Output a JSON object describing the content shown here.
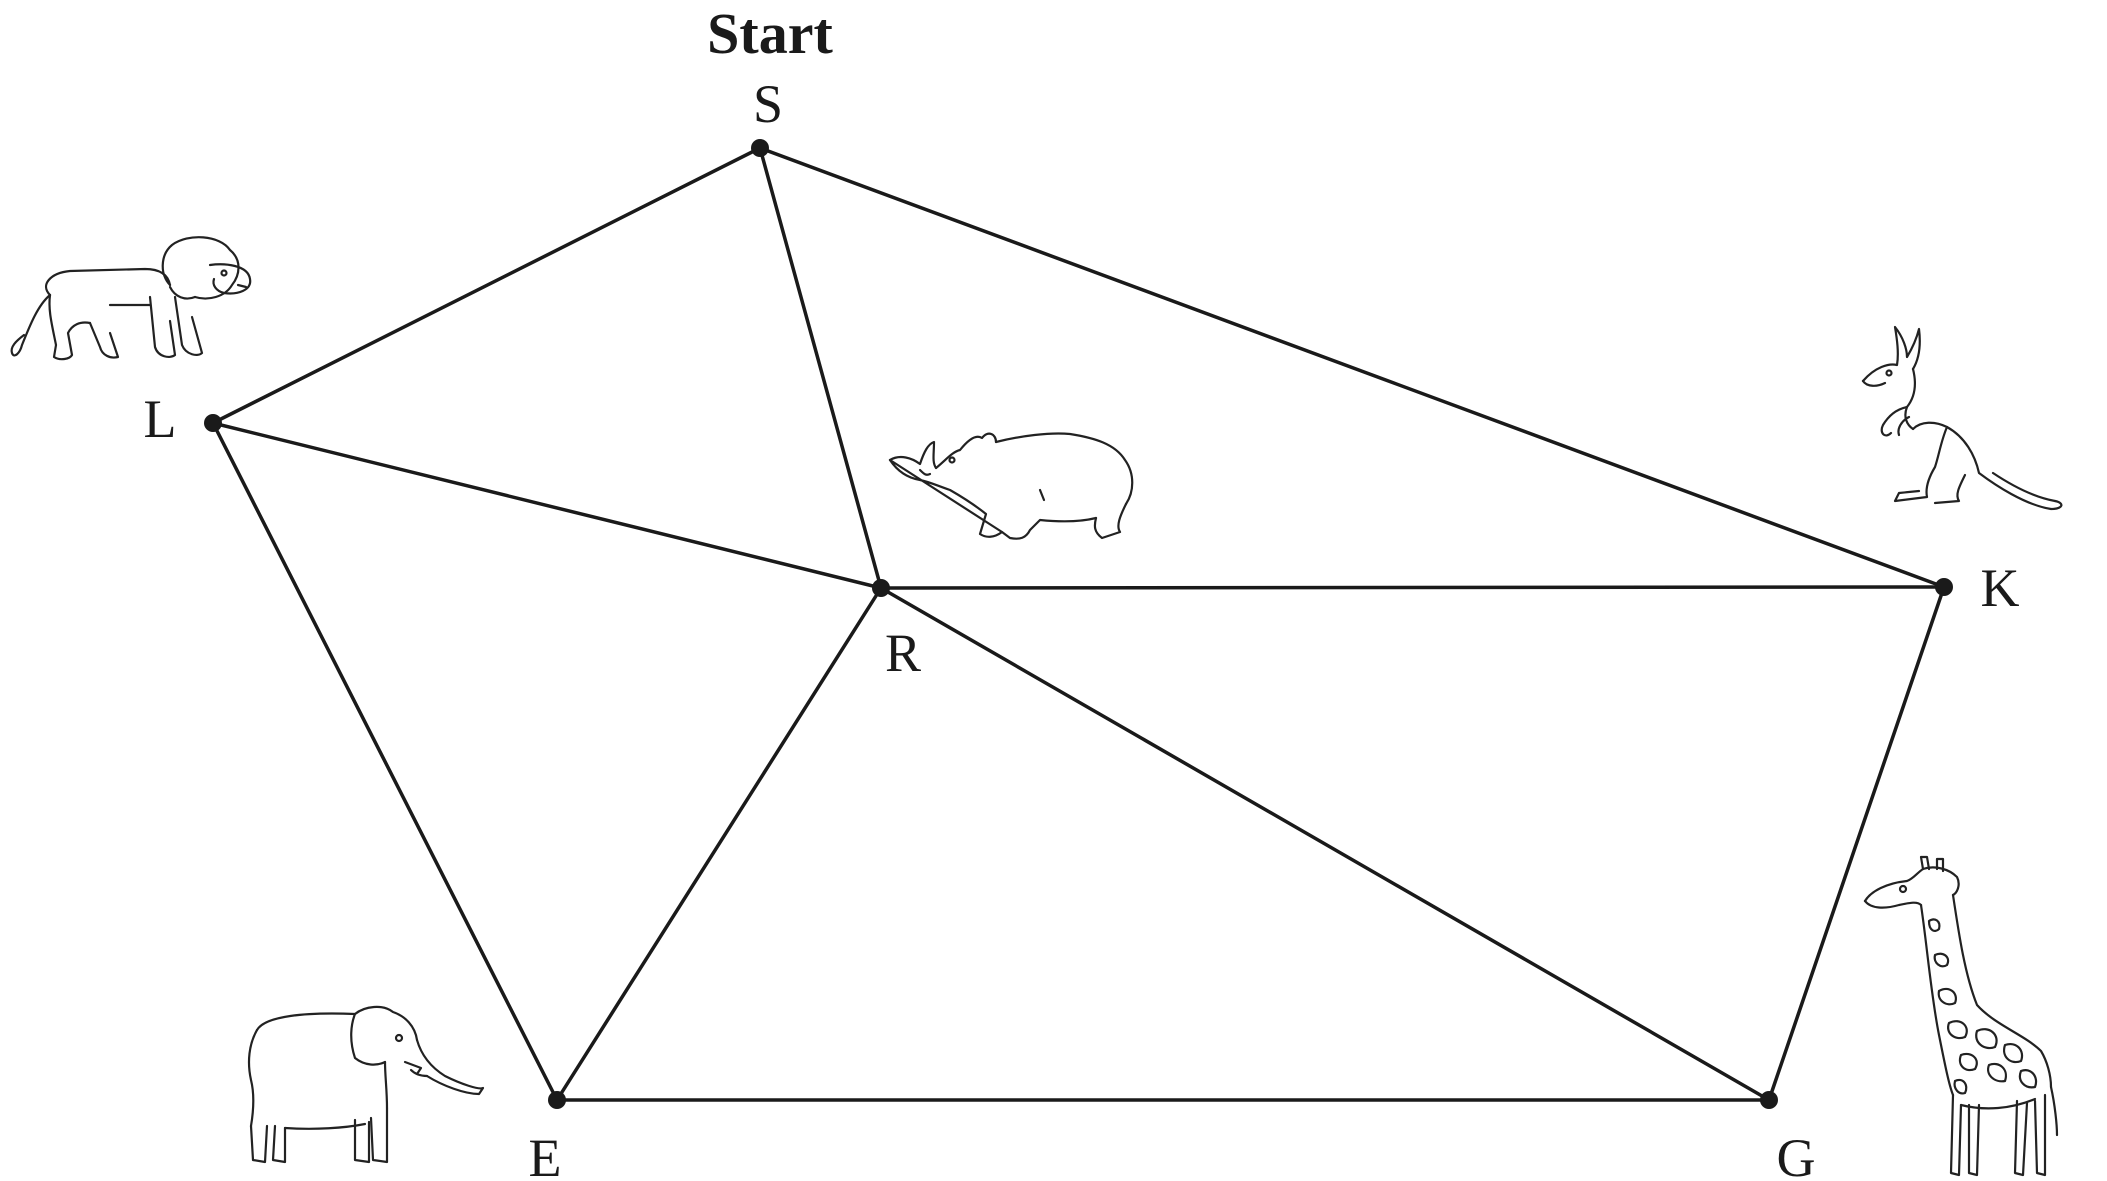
{
  "title": "Start",
  "nodes": [
    {
      "id": "S",
      "label": "S"
    },
    {
      "id": "L",
      "label": "L"
    },
    {
      "id": "R",
      "label": "R"
    },
    {
      "id": "K",
      "label": "K"
    },
    {
      "id": "E",
      "label": "E"
    },
    {
      "id": "G",
      "label": "G"
    }
  ],
  "edges": [
    [
      "S",
      "L"
    ],
    [
      "S",
      "R"
    ],
    [
      "S",
      "K"
    ],
    [
      "L",
      "R"
    ],
    [
      "L",
      "E"
    ],
    [
      "R",
      "K"
    ],
    [
      "R",
      "E"
    ],
    [
      "R",
      "G"
    ],
    [
      "K",
      "G"
    ],
    [
      "E",
      "G"
    ]
  ],
  "animals": {
    "lion": "lion-icon",
    "rhino": "rhino-icon",
    "kangaroo": "kangaroo-icon",
    "elephant": "elephant-icon",
    "giraffe": "giraffe-icon"
  }
}
